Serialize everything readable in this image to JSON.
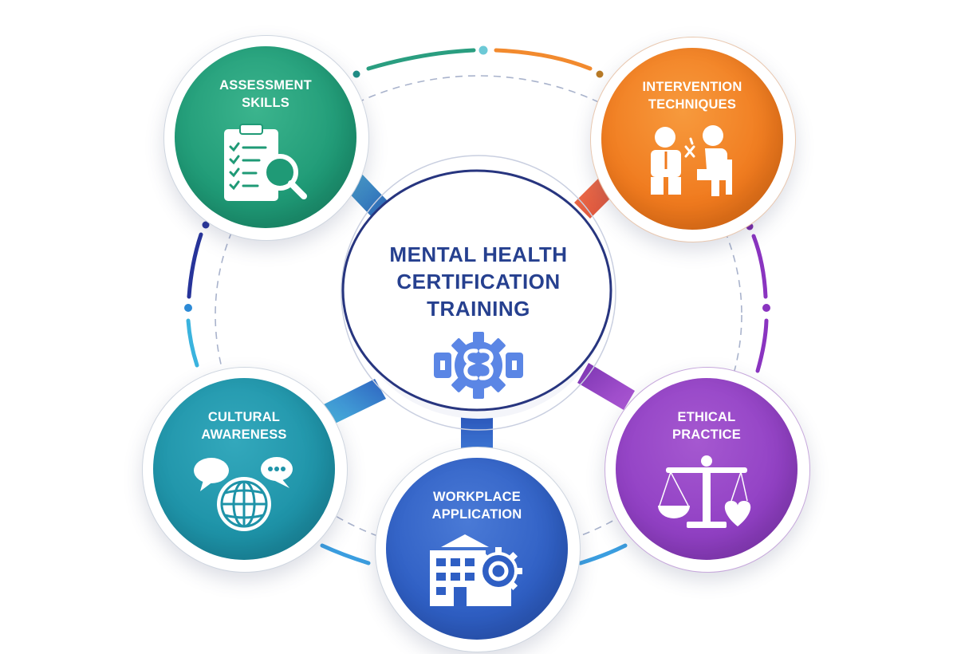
{
  "diagram": {
    "center": {
      "title": "MENTAL HEALTH\nCERTIFICATION\nTRAINING",
      "icon": "gear-brain-icon",
      "title_color": "#26408f",
      "icon_color": "#5b86e5"
    },
    "nodes": [
      {
        "id": "assessment",
        "label": "ASSESSMENT\nSKILLS",
        "icon": "clipboard-magnifier-icon",
        "color": "#1f9a76"
      },
      {
        "id": "intervention",
        "label": "INTERVENTION\nTECHNIQUES",
        "icon": "counseling-session-icon",
        "color": "#f07a1e"
      },
      {
        "id": "cultural",
        "label": "CULTURAL\nAWARENESS",
        "icon": "globe-speech-bubbles-icon",
        "color": "#1e93a8"
      },
      {
        "id": "workplace",
        "label": "WORKPLACE\nAPPLICATION",
        "icon": "building-gear-icon",
        "color": "#2f5fc4"
      },
      {
        "id": "ethical",
        "label": "ETHICAL\nPRACTICE",
        "icon": "scales-heart-icon",
        "color": "#9140c4"
      }
    ],
    "arc_colors": {
      "top_left": "#2a9e80",
      "top_right": "#f28a2e",
      "left_upper": "#27349a",
      "left_lower": "#3ab3de",
      "right": "#8a34c0",
      "bottom": "#3b9ee0"
    }
  }
}
